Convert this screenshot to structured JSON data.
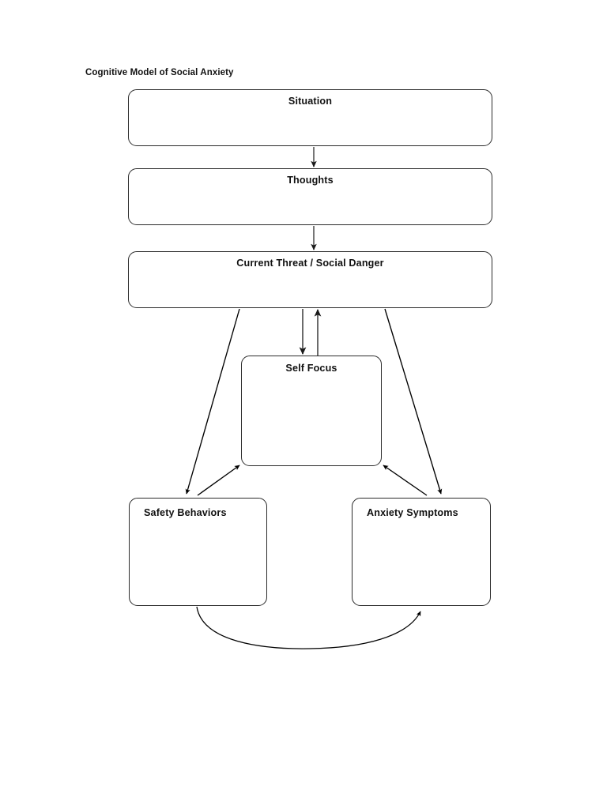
{
  "diagram": {
    "title": "Cognitive Model of Social Anxiety",
    "type": "flowchart",
    "background_color": "#ffffff",
    "node_border_color": "#2b2b2b",
    "edge_color": "#000000",
    "vertical_edge_color": "#6b6b6b",
    "nodes": [
      {
        "id": "situation",
        "label": "Situation"
      },
      {
        "id": "thoughts",
        "label": "Thoughts"
      },
      {
        "id": "current_threat",
        "label": "Current Threat / Social Danger"
      },
      {
        "id": "self_focus",
        "label": "Self Focus"
      },
      {
        "id": "safety_behaviors",
        "label": "Safety Behaviors"
      },
      {
        "id": "anxiety_symptoms",
        "label": "Anxiety Symptoms"
      }
    ],
    "edges": [
      {
        "from": "situation",
        "to": "thoughts",
        "style": "straight",
        "direction": "one-way"
      },
      {
        "from": "thoughts",
        "to": "current_threat",
        "style": "straight",
        "direction": "one-way"
      },
      {
        "from": "current_threat",
        "to": "self_focus",
        "style": "straight",
        "direction": "one-way"
      },
      {
        "from": "self_focus",
        "to": "current_threat",
        "style": "straight",
        "direction": "one-way"
      },
      {
        "from": "current_threat",
        "to": "safety_behaviors",
        "style": "diagonal",
        "direction": "one-way"
      },
      {
        "from": "current_threat",
        "to": "anxiety_symptoms",
        "style": "diagonal",
        "direction": "one-way"
      },
      {
        "from": "safety_behaviors",
        "to": "self_focus",
        "style": "diagonal",
        "direction": "one-way"
      },
      {
        "from": "anxiety_symptoms",
        "to": "self_focus",
        "style": "diagonal",
        "direction": "one-way"
      },
      {
        "from": "safety_behaviors",
        "to": "anxiety_symptoms",
        "style": "curved",
        "direction": "one-way"
      }
    ]
  }
}
